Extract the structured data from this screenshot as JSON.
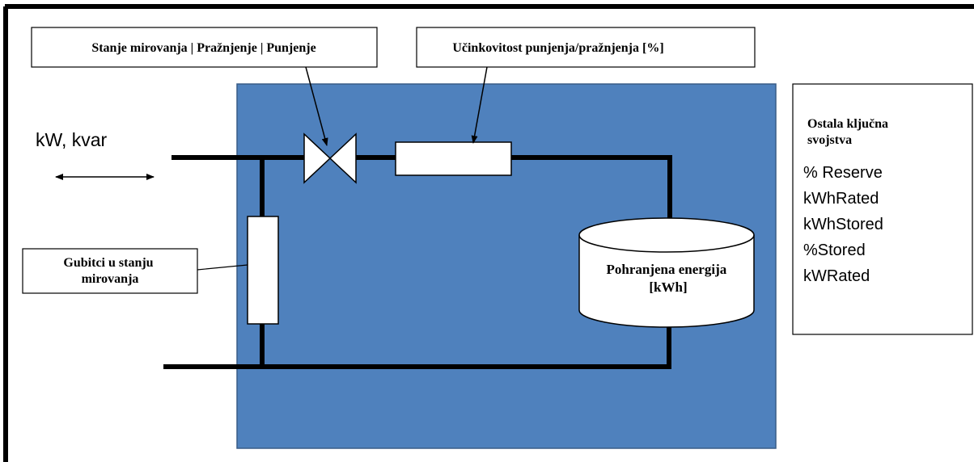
{
  "colors": {
    "panel_fill": "#4f81bd",
    "panel_border": "#395c87",
    "frame": "#000000",
    "line": "#000000",
    "box_fill": "#ffffff"
  },
  "labels": {
    "state_box": "Stanje mirovanja | Pražnjenje | Punjenje",
    "efficiency_box": "Učinkovitost punjenja/pražnjenja [%]",
    "idle_loss_line1": "Gubitci u stanju",
    "idle_loss_line2": "mirovanja",
    "power_label": "kW, kvar",
    "storage_line1": "Pohranjena energija",
    "storage_line2": "[kWh]"
  },
  "properties": {
    "title_line1": "Ostala ključna",
    "title_line2": "svojstva",
    "items": [
      "% Reserve",
      "kWhRated",
      "kWhStored",
      "%Stored",
      "kWRated"
    ]
  },
  "icons": {
    "valve": "bowtie-valve-icon",
    "arrow": "double-arrow-icon",
    "storage": "cylinder-tank-icon"
  }
}
